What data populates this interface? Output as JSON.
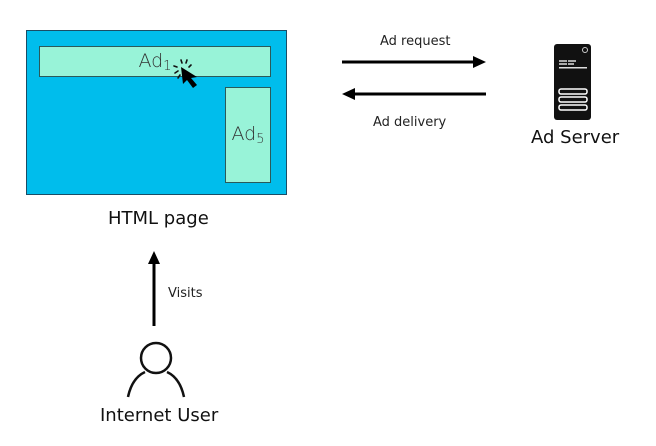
{
  "html_page": {
    "label": "HTML page",
    "ads": [
      {
        "prefix": "Ad",
        "index": "1"
      },
      {
        "prefix": "Ad",
        "index": "5"
      }
    ],
    "colors": {
      "page": "#00bdec",
      "ad": "#98f3d8"
    }
  },
  "ad_server": {
    "label": "Ad Server",
    "icon": "server-icon"
  },
  "arrows": {
    "request_label": "Ad request",
    "delivery_label": "Ad delivery",
    "visits_label": "Visits"
  },
  "user": {
    "label": "Internet User",
    "icon": "user-icon"
  },
  "cursor": {
    "icon": "click-cursor-icon"
  }
}
